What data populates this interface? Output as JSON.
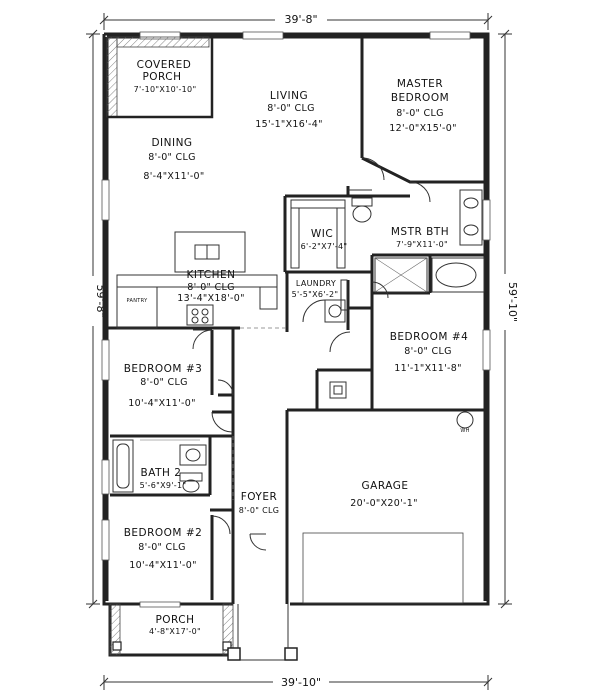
{
  "dimensions": {
    "top": "39'-8\"",
    "bottom": "39'-10\"",
    "left": "59'-8\"",
    "right": "59'-10\""
  },
  "rooms": {
    "covered_porch": {
      "name_line1": "COVERED",
      "name_line2": "PORCH",
      "size": "7'-10\"X10'-10\""
    },
    "living": {
      "name": "LIVING",
      "ceiling": "8'-0\" CLG",
      "size": "15'-1\"X16'-4\""
    },
    "master_bedroom": {
      "name_line1": "MASTER",
      "name_line2": "BEDROOM",
      "ceiling": "8'-0\" CLG",
      "size": "12'-0\"X15'-0\""
    },
    "dining": {
      "name": "DINING",
      "ceiling": "8'-0\" CLG",
      "size": "8'-4\"X11'-0\""
    },
    "wic": {
      "name": "WIC",
      "size": "6'-2\"X7'-4\""
    },
    "mstr_bth": {
      "name": "MSTR BTH",
      "size": "7'-9\"X11'-0\""
    },
    "kitchen": {
      "name": "KITCHEN",
      "ceiling": "8'-0\" CLG",
      "size": "13'-4\"X18'-0\""
    },
    "pantry": {
      "name": "PANTRY"
    },
    "laundry": {
      "name": "LAUNDRY",
      "size": "5'-5\"X6'-2\""
    },
    "bedroom4": {
      "name": "BEDROOM #4",
      "ceiling": "8'-0\" CLG",
      "size": "11'-1\"X11'-8\""
    },
    "bedroom3": {
      "name": "BEDROOM #3",
      "ceiling": "8'-0\" CLG",
      "size": "10'-4\"X11'-0\""
    },
    "bath2": {
      "name": "BATH 2",
      "size": "5'-6\"X9'-1\""
    },
    "garage": {
      "name": "GARAGE",
      "size": "20'-0\"X20'-1\""
    },
    "wh": {
      "name": "WH"
    },
    "foyer": {
      "name": "FOYER",
      "ceiling": "8'-0\" CLG"
    },
    "bedroom2": {
      "name": "BEDROOM #2",
      "ceiling": "8'-0\" CLG",
      "size": "10'-4\"X11'-0\""
    },
    "porch": {
      "name": "PORCH",
      "size": "4'-8\"X17'-0\""
    }
  }
}
